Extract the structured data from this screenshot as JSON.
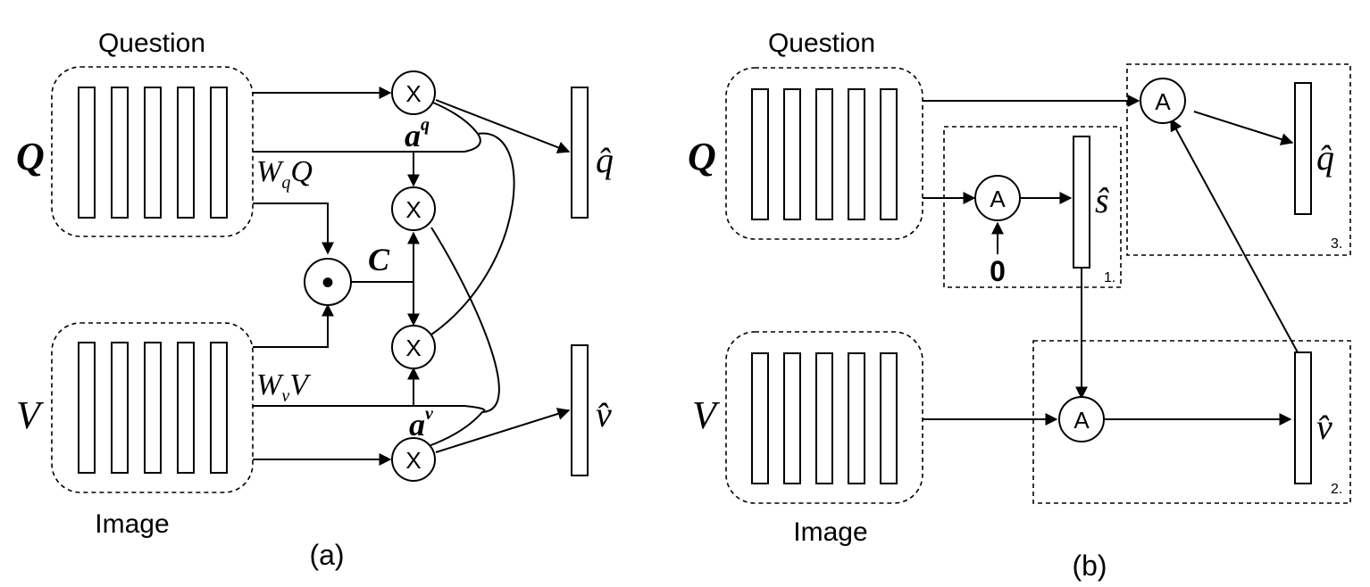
{
  "panel_a": {
    "caption": "(a)",
    "question_label": "Question",
    "image_label": "Image",
    "q_symbol": "Q",
    "v_symbol": "V",
    "multiply_symbol": "X",
    "product_symbol": "•",
    "wq_w": "W",
    "wq_sub": "q",
    "wq_tail": "Q",
    "wv_w": "W",
    "wv_sub": "v",
    "wv_tail": "V",
    "c_label": "C",
    "aq_base": "a",
    "aq_sup": "q",
    "av_base": "a",
    "av_sup": "v",
    "q_hat": "q̂",
    "v_hat": "v̂"
  },
  "panel_b": {
    "caption": "(b)",
    "question_label": "Question",
    "image_label": "Image",
    "q_symbol": "Q",
    "v_symbol": "V",
    "attention_symbol": "A",
    "zero_label": "0",
    "s_hat": "ŝ",
    "q_hat": "q̂",
    "v_hat": "v̂",
    "step1": "1.",
    "step2": "2.",
    "step3": "3."
  }
}
